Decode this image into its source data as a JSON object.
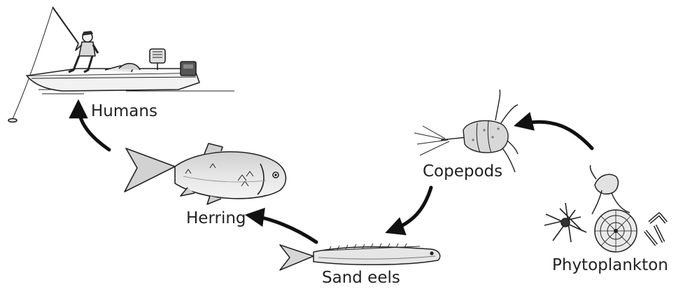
{
  "organisms": {
    "humans": {
      "label": "Humans",
      "icon": "fisherman-boat-icon"
    },
    "herring": {
      "label": "Herring",
      "icon": "herring-fish-icon"
    },
    "sand_eels": {
      "label": "Sand eels",
      "icon": "sand-eel-icon"
    },
    "copepods": {
      "label": "Copepods",
      "icon": "copepod-icon"
    },
    "phytoplankton": {
      "label": "Phytoplankton",
      "icon": "phytoplankton-icon"
    }
  },
  "arrows": [
    {
      "from": "Phytoplankton",
      "to": "Copepods"
    },
    {
      "from": "Copepods",
      "to": "Sand eels"
    },
    {
      "from": "Sand eels",
      "to": "Herring"
    },
    {
      "from": "Herring",
      "to": "Humans"
    }
  ],
  "colors": {
    "arrow": "#111111",
    "line": "#222222",
    "fill_light": "#dcdcdc",
    "fill_mid": "#bdbdbd"
  }
}
